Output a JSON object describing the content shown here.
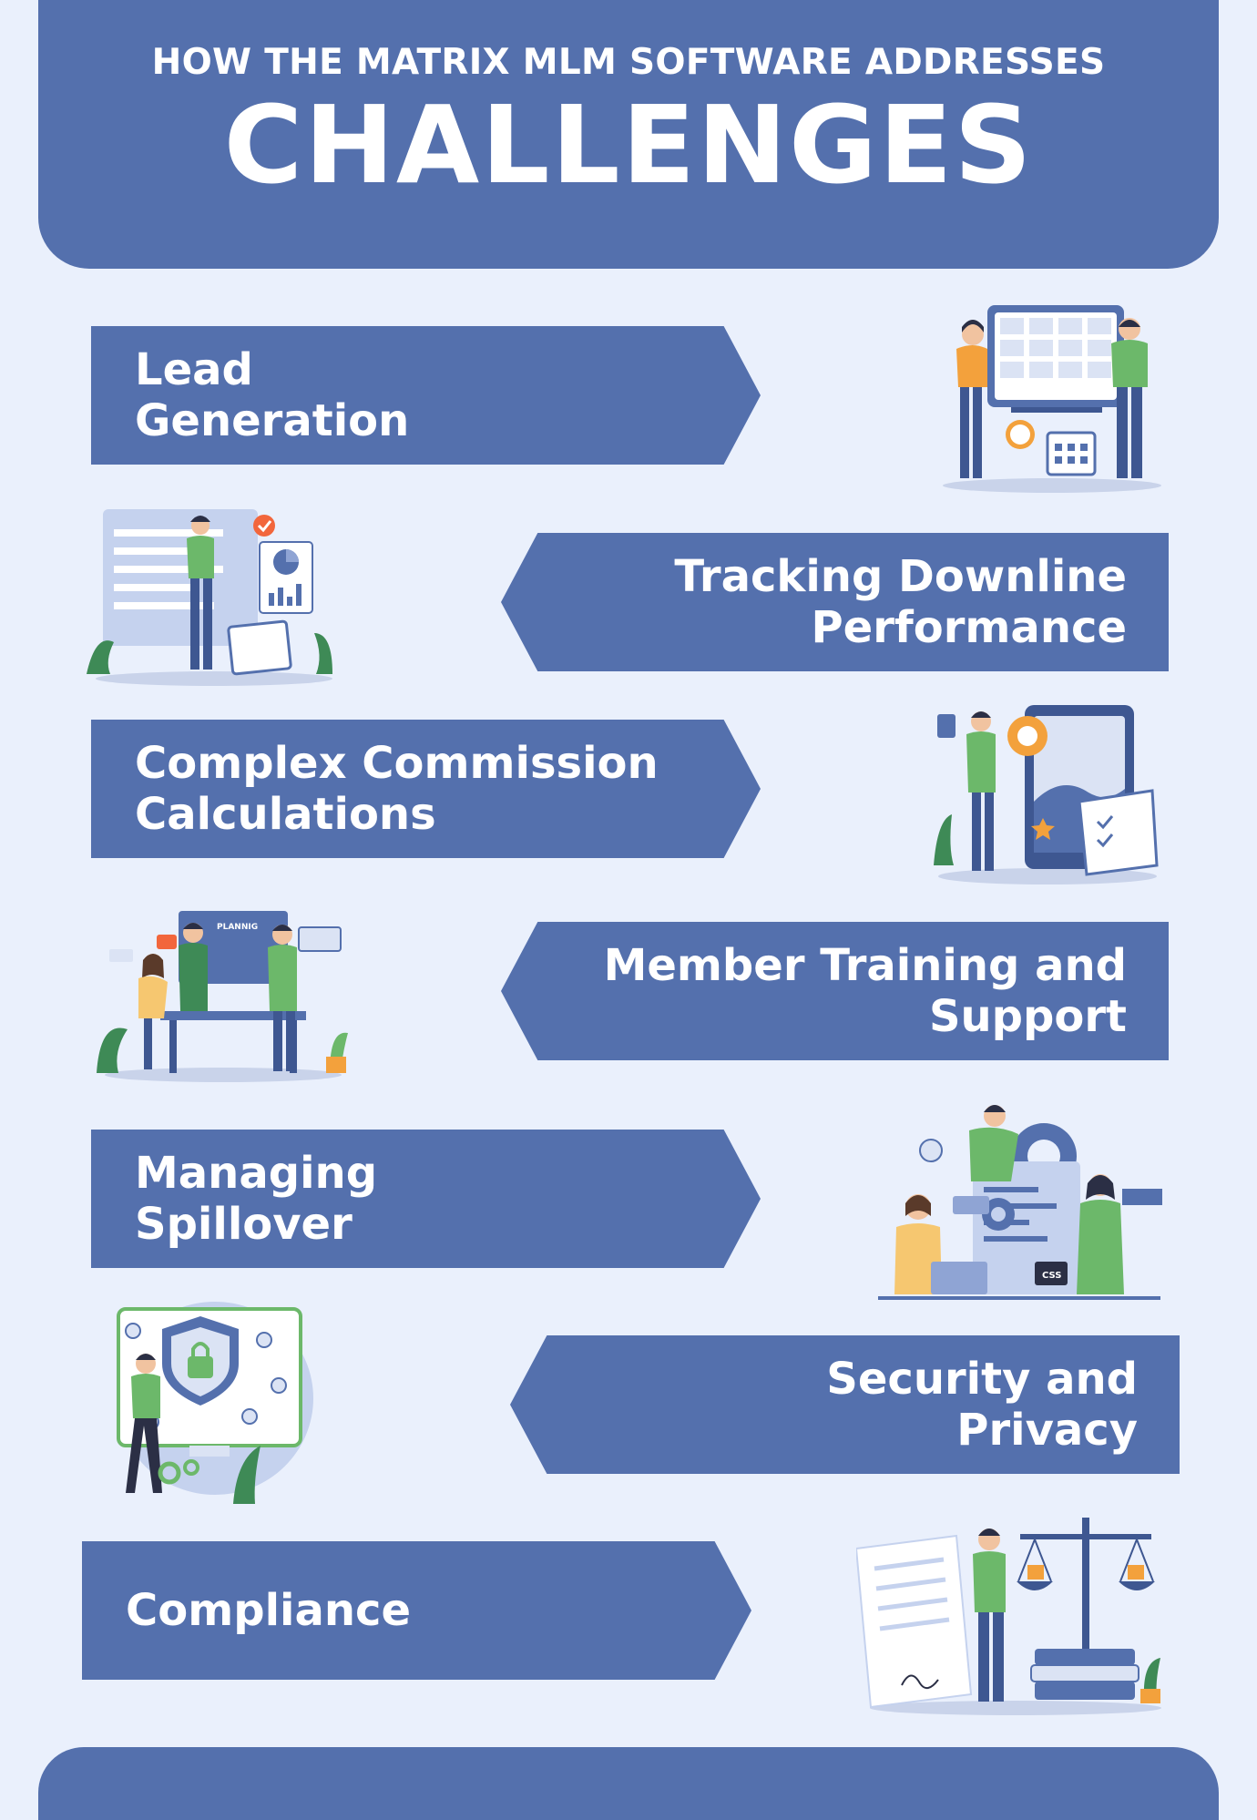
{
  "header": {
    "kicker": "HOW THE MATRIX MLM SOFTWARE ADDRESSES",
    "title": "CHALLENGES"
  },
  "colors": {
    "background": "#eaf0fc",
    "banner": "#5470ad",
    "banner_text": "#ffffff",
    "accent_green": "#6cb86a",
    "accent_orange": "#f3a13c"
  },
  "challenges": [
    {
      "line1": "Lead",
      "line2": "Generation",
      "illustration": "team-planning-board-illustration"
    },
    {
      "line1": "Tracking Downline",
      "line2": "Performance",
      "illustration": "analytics-dashboard-illustration"
    },
    {
      "line1": "Complex Commission",
      "line2": "Calculations",
      "illustration": "testing-checklist-illustration"
    },
    {
      "line1": "Member Training and",
      "line2": "Support",
      "illustration": "team-meeting-illustration",
      "board_text": "PLANNIG"
    },
    {
      "line1": "Managing",
      "line2": "Spillover",
      "illustration": "coding-team-illustration",
      "tag_text": "CSS"
    },
    {
      "line1": "Security and",
      "line2": "Privacy",
      "illustration": "security-shield-illustration"
    },
    {
      "line1": "Compliance",
      "line2": "",
      "illustration": "legal-scales-illustration"
    }
  ]
}
